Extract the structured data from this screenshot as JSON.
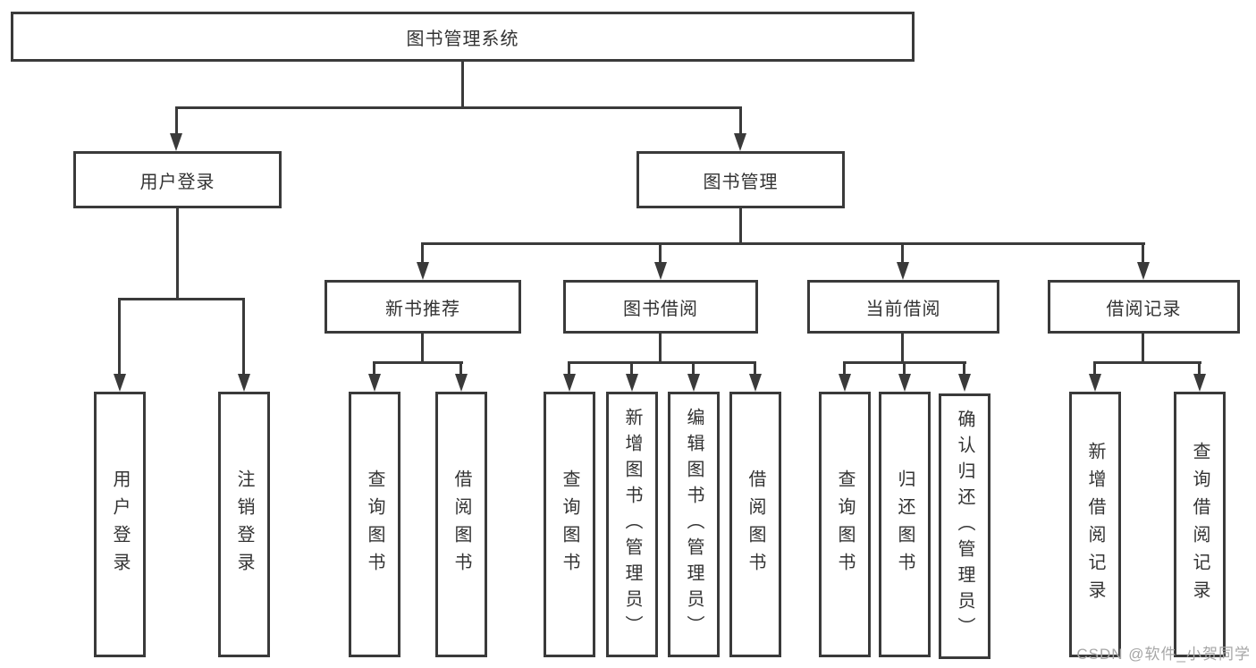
{
  "diagram": {
    "root": {
      "label": "图书管理系统"
    },
    "branches": [
      {
        "label": "用户登录",
        "children": [
          {
            "label": "用户登录"
          },
          {
            "label": "注销登录"
          }
        ]
      },
      {
        "label": "图书管理",
        "children": [
          {
            "label": "新书推荐",
            "children": [
              {
                "label": "查询图书"
              },
              {
                "label": "借阅图书"
              }
            ]
          },
          {
            "label": "图书借阅",
            "children": [
              {
                "label": "查询图书"
              },
              {
                "label": "新增图书（管理员）"
              },
              {
                "label": "编辑图书（管理员）"
              },
              {
                "label": "借阅图书"
              }
            ]
          },
          {
            "label": "当前借阅",
            "children": [
              {
                "label": "查询图书"
              },
              {
                "label": "归还图书"
              },
              {
                "label": "确认归还（管理员）"
              }
            ]
          },
          {
            "label": "借阅记录",
            "children": [
              {
                "label": "新增借阅记录"
              },
              {
                "label": "查询借阅记录"
              }
            ]
          }
        ]
      }
    ]
  },
  "watermark": {
    "text": "CSDN @软件_小贺同学"
  },
  "colors": {
    "line": "#3a3a3a",
    "text": "#333333",
    "background": "#ffffff",
    "watermark": "#a6a6a6"
  }
}
